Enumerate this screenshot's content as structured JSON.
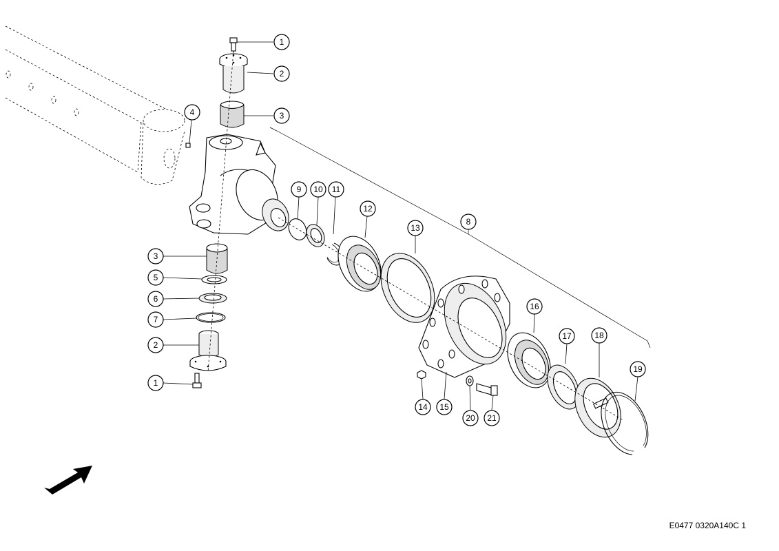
{
  "diagram": {
    "reference_code": "E0477 0320A140C 1",
    "callouts": [
      {
        "label": "1"
      },
      {
        "label": "2"
      },
      {
        "label": "3"
      },
      {
        "label": "4"
      },
      {
        "label": "3"
      },
      {
        "label": "5"
      },
      {
        "label": "6"
      },
      {
        "label": "7"
      },
      {
        "label": "2"
      },
      {
        "label": "1"
      },
      {
        "label": "9"
      },
      {
        "label": "10"
      },
      {
        "label": "11"
      },
      {
        "label": "12"
      },
      {
        "label": "13"
      },
      {
        "label": "8"
      },
      {
        "label": "16"
      },
      {
        "label": "17"
      },
      {
        "label": "18"
      },
      {
        "label": "19"
      },
      {
        "label": "14"
      },
      {
        "label": "15"
      },
      {
        "label": "20"
      },
      {
        "label": "21"
      }
    ],
    "orientation_icon": "arrow-icon"
  }
}
